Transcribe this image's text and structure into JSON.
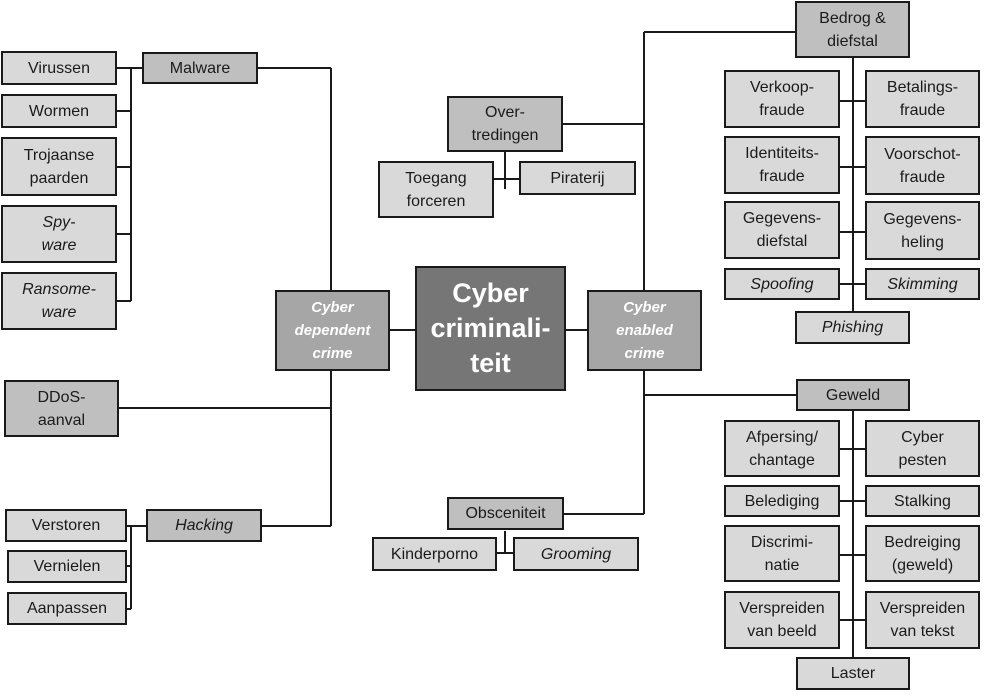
{
  "root": "Cyber\ncriminali-\nteit",
  "cyber_dependent": "Cyber\ndependent\ncrime",
  "cyber_enabled": "Cyber\nenabled\ncrime",
  "malware": {
    "label": "Malware",
    "items": [
      "Virussen",
      "Wormen",
      "Trojaanse\npaarden",
      "Spy-\nware",
      "Ransome-\nware"
    ]
  },
  "ddos": "DDoS-\naanval",
  "hacking": {
    "label": "Hacking",
    "items": [
      "Verstoren",
      "Vernielen",
      "Aanpassen"
    ]
  },
  "overtredingen": {
    "label": "Over-\ntredingen",
    "items": [
      "Toegang\nforceren",
      "Piraterij"
    ]
  },
  "obsceniteit": {
    "label": "Obsceniteit",
    "items": [
      "Kinderporno",
      "Grooming"
    ]
  },
  "bedrog": {
    "label": "Bedrog &\ndiefstal",
    "items": [
      "Verkoop-\nfraude",
      "Betalings-\nfraude",
      "Identiteits-\nfraude",
      "Voorschot-\nfraude",
      "Gegevens-\ndiefstal",
      "Gegevens-\nheling",
      "Spoofing",
      "Skimming",
      "Phishing"
    ]
  },
  "geweld": {
    "label": "Geweld",
    "items": [
      "Afpersing/\nchantage",
      "Cyber\npesten",
      "Belediging",
      "Stalking",
      "Discrimi-\nnatie",
      "Bedreiging\n(geweld)",
      "Verspreiden\nvan beeld",
      "Verspreiden\nvan tekst",
      "Laster"
    ]
  }
}
